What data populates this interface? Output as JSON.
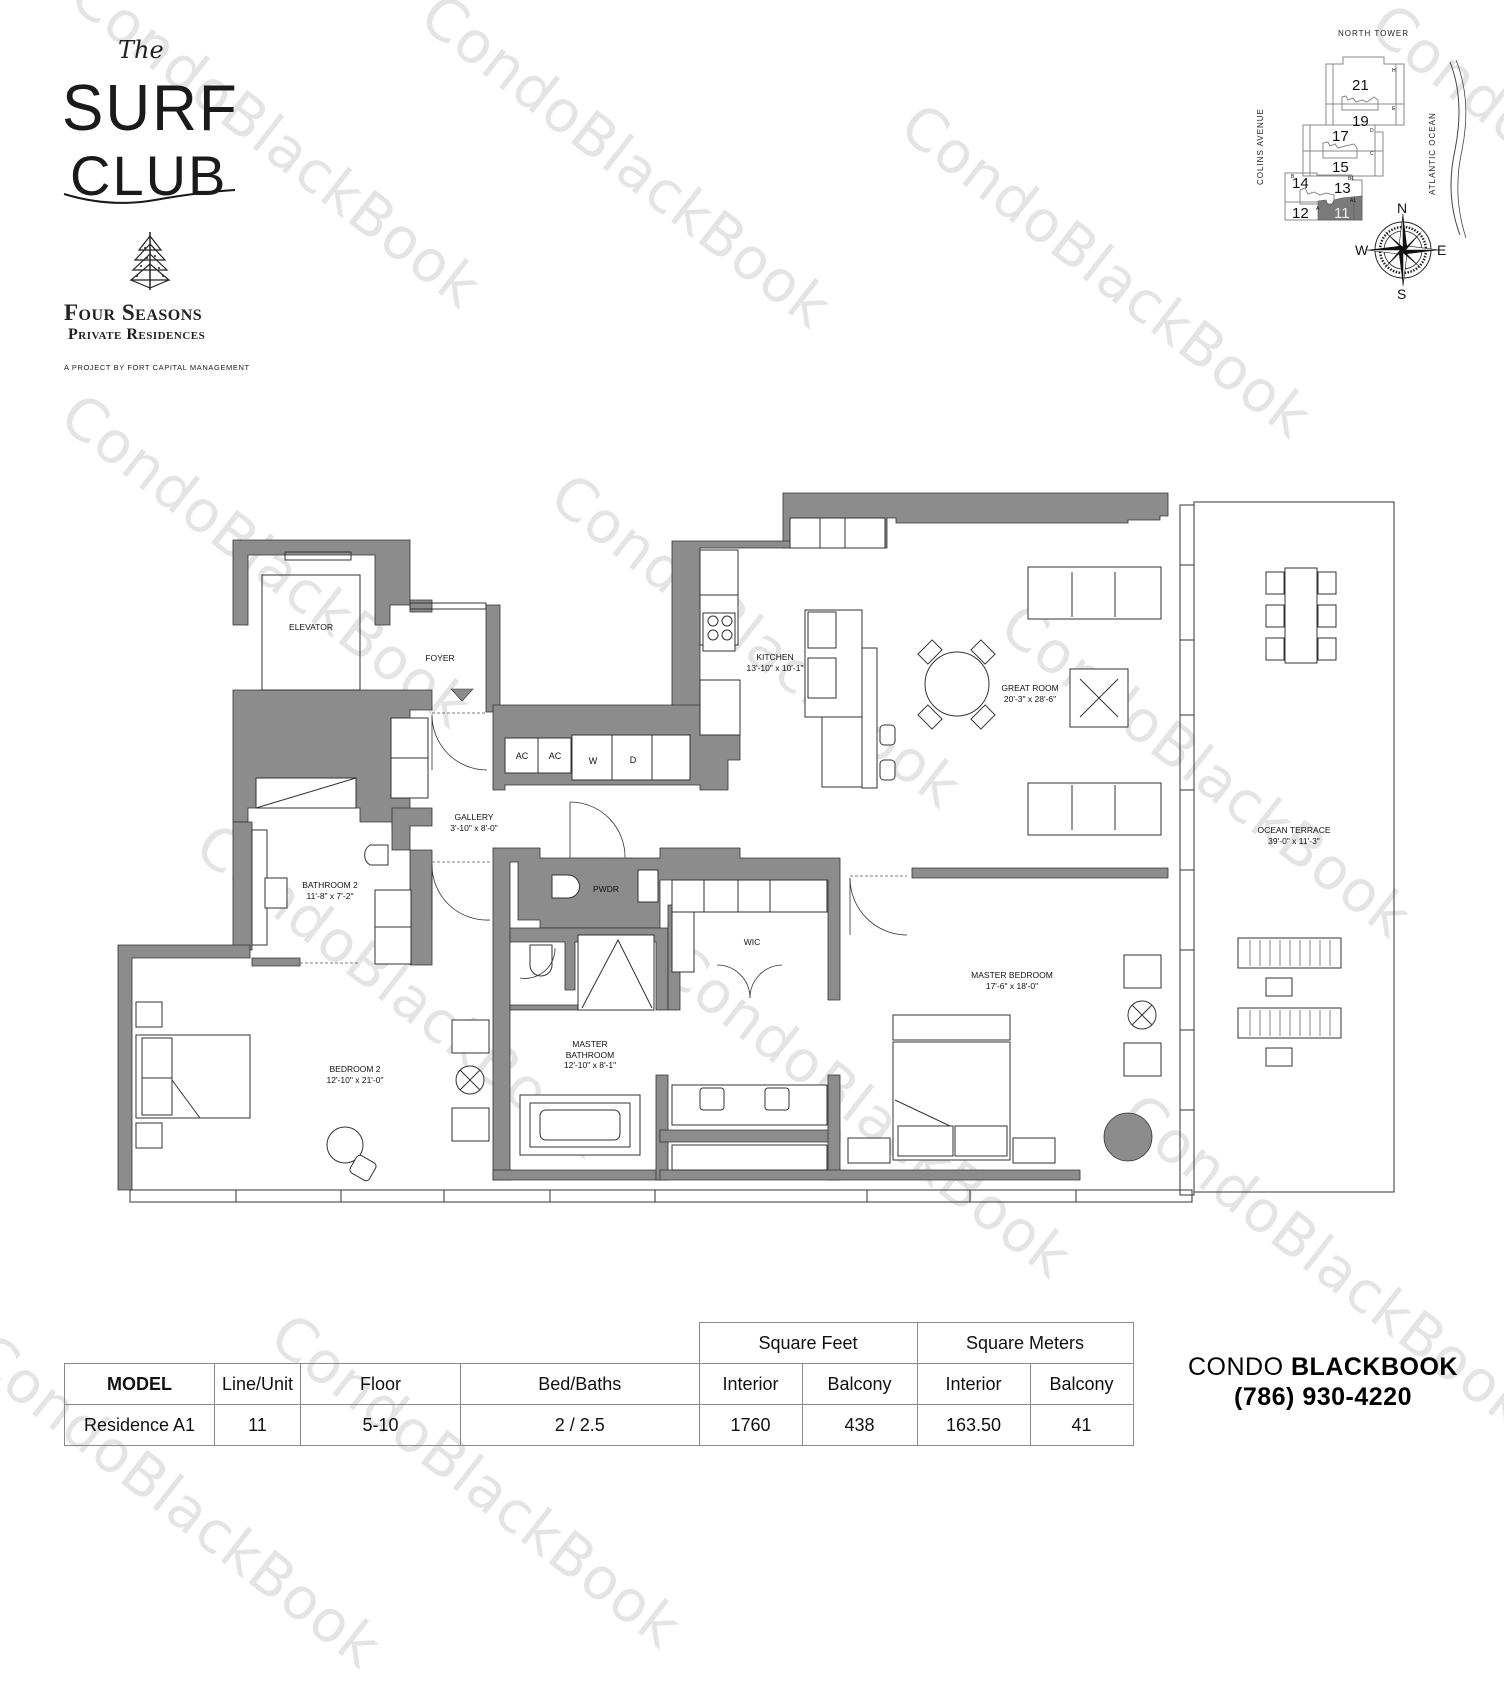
{
  "logo": {
    "the": "The",
    "surf": "SURF",
    "club": "CLUB",
    "brand_line1": "Four Seasons",
    "brand_line2": "Private Residences",
    "tagline": "A PROJECT BY FORT CAPITAL MANAGEMENT"
  },
  "keyplan": {
    "title": "NORTH TOWER",
    "street": "COLINS AVENUE",
    "ocean": "ATLANTIC OCEAN",
    "units": [
      "21",
      "19",
      "17",
      "15",
      "14",
      "13",
      "12",
      "11"
    ],
    "highlighted_unit": "11",
    "letters": [
      "H",
      "E",
      "D",
      "C",
      "B",
      "B1",
      "A",
      "A1"
    ],
    "compass": {
      "n": "N",
      "s": "S",
      "e": "E",
      "w": "W"
    },
    "highlight_color": "#7a7a7a"
  },
  "floorplan": {
    "wall_color": "#8c8c8c",
    "rooms": [
      {
        "id": "elevator",
        "name": "ELEVATOR",
        "dims": ""
      },
      {
        "id": "foyer",
        "name": "FOYER",
        "dims": ""
      },
      {
        "id": "kitchen",
        "name": "KITCHEN",
        "dims": "13'-10\" x 10'-1\""
      },
      {
        "id": "great-room",
        "name": "GREAT ROOM",
        "dims": "20'-3\" x 28'-6\""
      },
      {
        "id": "gallery",
        "name": "GALLERY",
        "dims": "3'-10\" x 8'-0\""
      },
      {
        "id": "bathroom-2",
        "name": "BATHROOM 2",
        "dims": "11'-8\" x 7'-2\""
      },
      {
        "id": "pwdr",
        "name": "PWDR",
        "dims": ""
      },
      {
        "id": "wic",
        "name": "WIC",
        "dims": ""
      },
      {
        "id": "ocean-terrace",
        "name": "OCEAN TERRACE",
        "dims": "39'-0\" x 11'-3\""
      },
      {
        "id": "master-bedroom",
        "name": "MASTER BEDROOM",
        "dims": "17'-6\" x 18'-0\""
      },
      {
        "id": "bedroom-2",
        "name": "BEDROOM 2",
        "dims": "12'-10\" x 21'-0\""
      },
      {
        "id": "master-bathroom",
        "name": "MASTER\nBATHROOM",
        "dims": "12'-10\" x 8'-1\""
      }
    ],
    "fixtures": {
      "ac1": "AC",
      "ac2": "AC",
      "washer": "W",
      "dryer": "D"
    }
  },
  "spec_table": {
    "group_headers": {
      "sqft": "Square Feet",
      "sqm": "Square Meters"
    },
    "headers": [
      "MODEL",
      "Line/Unit",
      "Floor",
      "Bed/Baths",
      "Interior",
      "Balcony",
      "Interior",
      "Balcony"
    ],
    "row": [
      "Residence A1",
      "11",
      "5-10",
      "2 / 2.5",
      "1760",
      "438",
      "163.50",
      "41"
    ]
  },
  "contact": {
    "brand_light": "CONDO ",
    "brand_bold": "BLACKBOOK",
    "phone": "(786) 930-4220"
  },
  "watermark": "CondoBlackBook"
}
